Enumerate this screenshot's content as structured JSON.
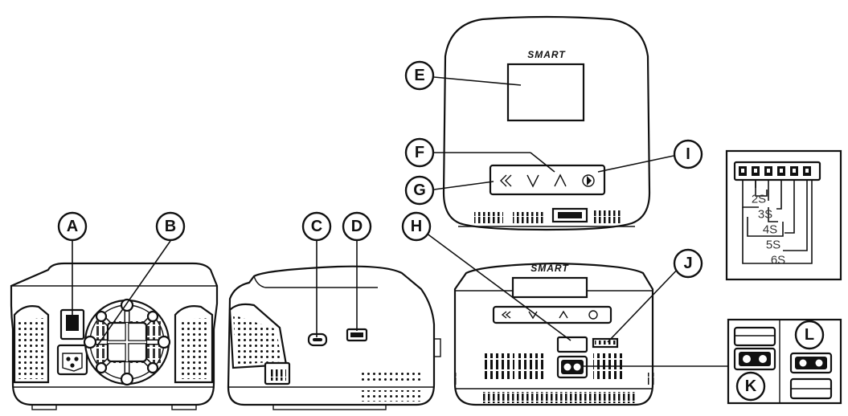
{
  "callouts": {
    "a": "A",
    "b": "B",
    "c": "C",
    "d": "D",
    "e": "E",
    "f": "F",
    "g": "G",
    "h": "H",
    "i": "I",
    "j": "J",
    "k": "K",
    "l": "L"
  },
  "logo": {
    "text": "SMART"
  },
  "balance_pins": [
    "2S",
    "3S",
    "4S",
    "5S",
    "6S"
  ],
  "icons": {
    "back": "double-chevron-left-icon",
    "down": "chevron-down-icon",
    "up": "chevron-up-icon",
    "power": "power-icon",
    "fan": "fan-grille-icon",
    "power_switch": "power-switch-icon",
    "ac_inlet": "ac-inlet-icon",
    "usb_c": "usb-c-port-icon",
    "usb_a": "usb-a-port-icon"
  },
  "colors": {
    "line": "#111111",
    "background": "#ffffff",
    "pin_label": "#333333"
  }
}
